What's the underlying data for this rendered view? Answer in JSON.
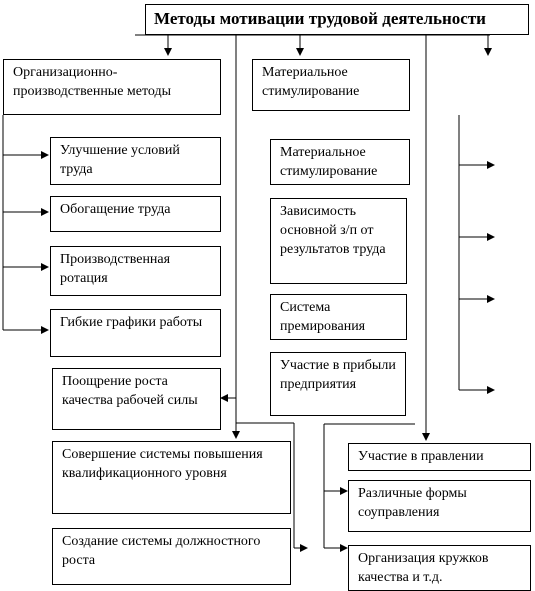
{
  "title": "Методы мотивации трудовой деятельности",
  "groups": {
    "organizational": "Организационно-производственные методы",
    "material": "Материальное стимулирование"
  },
  "organizational_items": [
    "Улучшение условий труда",
    "Обогащение труда",
    "Производственная ротация",
    "Гибкие графики работы"
  ],
  "material_items": [
    "Материальное стимулирование",
    "Зависимость основной з/п от результатов труда",
    "Система премирования",
    "Участие в прибыли предприятия"
  ],
  "lower_left_items": [
    "Поощрение роста качества рабочей силы",
    "Совершение системы повышения квалификационного уровня",
    "Создание системы должностного роста"
  ],
  "lower_right_items": [
    "Участие в правлении",
    "Различные формы соуправления",
    "Организация кружков качества и т.д."
  ]
}
